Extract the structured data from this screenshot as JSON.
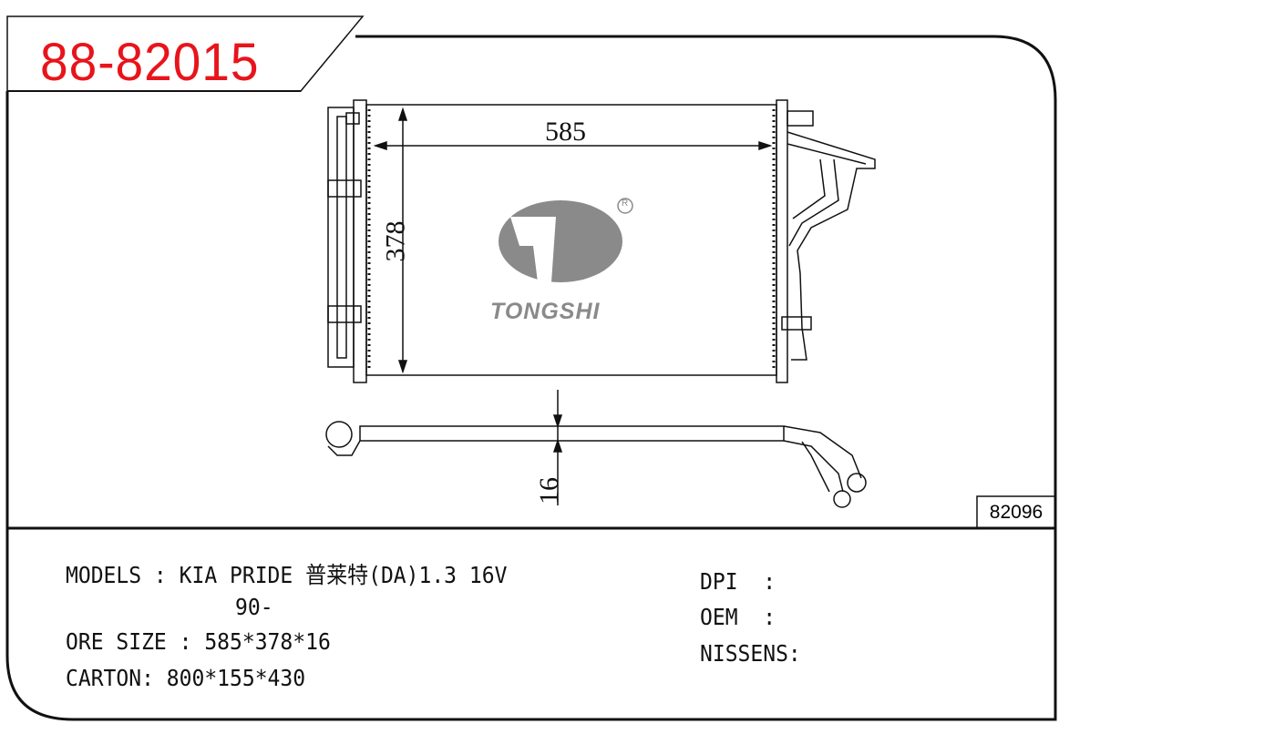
{
  "part_number": "88-82015",
  "reference_number": "82096",
  "drawing": {
    "width_dim": "585",
    "height_dim": "378",
    "thickness_dim": "16",
    "brand": "TONGSHI",
    "registered_mark": "R"
  },
  "specs": {
    "models_line1": "MODELS : KIA PRIDE 普莱特(DA)1.3 16V",
    "models_line2": "90-",
    "core_size": "ORE SIZE : 585*378*16",
    "carton": "CARTON: 800*155*430"
  },
  "cross_refs": {
    "dpi": "DPI  :",
    "oem": "OEM  :",
    "nissens": "NISSENS:"
  }
}
